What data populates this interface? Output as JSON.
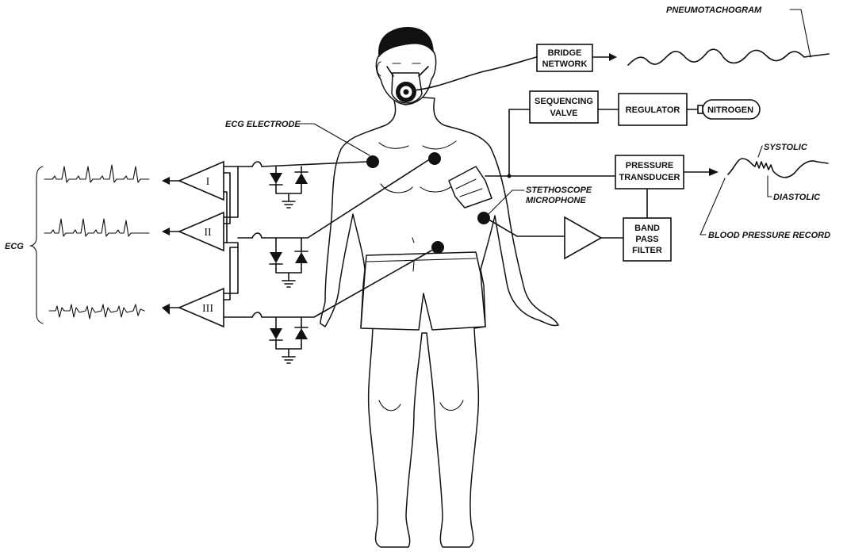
{
  "boxes": {
    "bridge_network": [
      "BRIDGE",
      "NETWORK"
    ],
    "sequencing_valve": [
      "SEQUENCING",
      "VALVE"
    ],
    "regulator": [
      "REGULATOR"
    ],
    "nitrogen": [
      "NITROGEN"
    ],
    "pressure_transducer": [
      "PRESSURE",
      "TRANSDUCER"
    ],
    "band_pass_filter": [
      "BAND",
      "PASS",
      "FILTER"
    ]
  },
  "amplifiers": [
    "I",
    "II",
    "III"
  ],
  "labels": {
    "pneumotachogram": "PNEUMOTACHOGRAM",
    "ecg_electrode": "ECG ELECTRODE",
    "ecg": "ECG",
    "stethoscope": [
      "STETHOSCOPE",
      "MICROPHONE"
    ],
    "systolic": "SYSTOLIC",
    "diastolic": "DIASTOLIC",
    "blood_pressure_record": "BLOOD PRESSURE RECORD"
  }
}
